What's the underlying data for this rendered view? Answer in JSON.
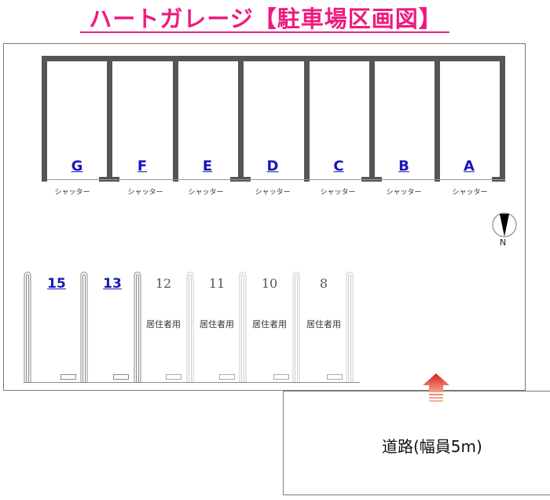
{
  "title": "ハートガレージ【駐車場区画図】",
  "colors": {
    "title": "#ee1b7e",
    "available_link": "#1818b8",
    "garage_wall": "#555555",
    "arrow": "#e23a2c"
  },
  "garages": [
    {
      "label": "G",
      "shutter": "シャッター"
    },
    {
      "label": "F",
      "shutter": "シャッター"
    },
    {
      "label": "E",
      "shutter": "シャッター"
    },
    {
      "label": "D",
      "shutter": "シャッター"
    },
    {
      "label": "C",
      "shutter": "シャッター"
    },
    {
      "label": "B",
      "shutter": "シャッター"
    },
    {
      "label": "A",
      "shutter": "シャッター"
    }
  ],
  "compass": {
    "label": "N"
  },
  "parking_spaces": [
    {
      "number": "15",
      "status": "available",
      "note": ""
    },
    {
      "number": "13",
      "status": "available",
      "note": ""
    },
    {
      "number": "12",
      "status": "reserved",
      "note": "居住者用"
    },
    {
      "number": "11",
      "status": "reserved",
      "note": "居住者用"
    },
    {
      "number": "10",
      "status": "reserved",
      "note": "居住者用"
    },
    {
      "number": "8",
      "status": "reserved",
      "note": "居住者用"
    }
  ],
  "road": {
    "label": "道路(幅員5m)",
    "entry_icon": "up-arrow-icon"
  }
}
